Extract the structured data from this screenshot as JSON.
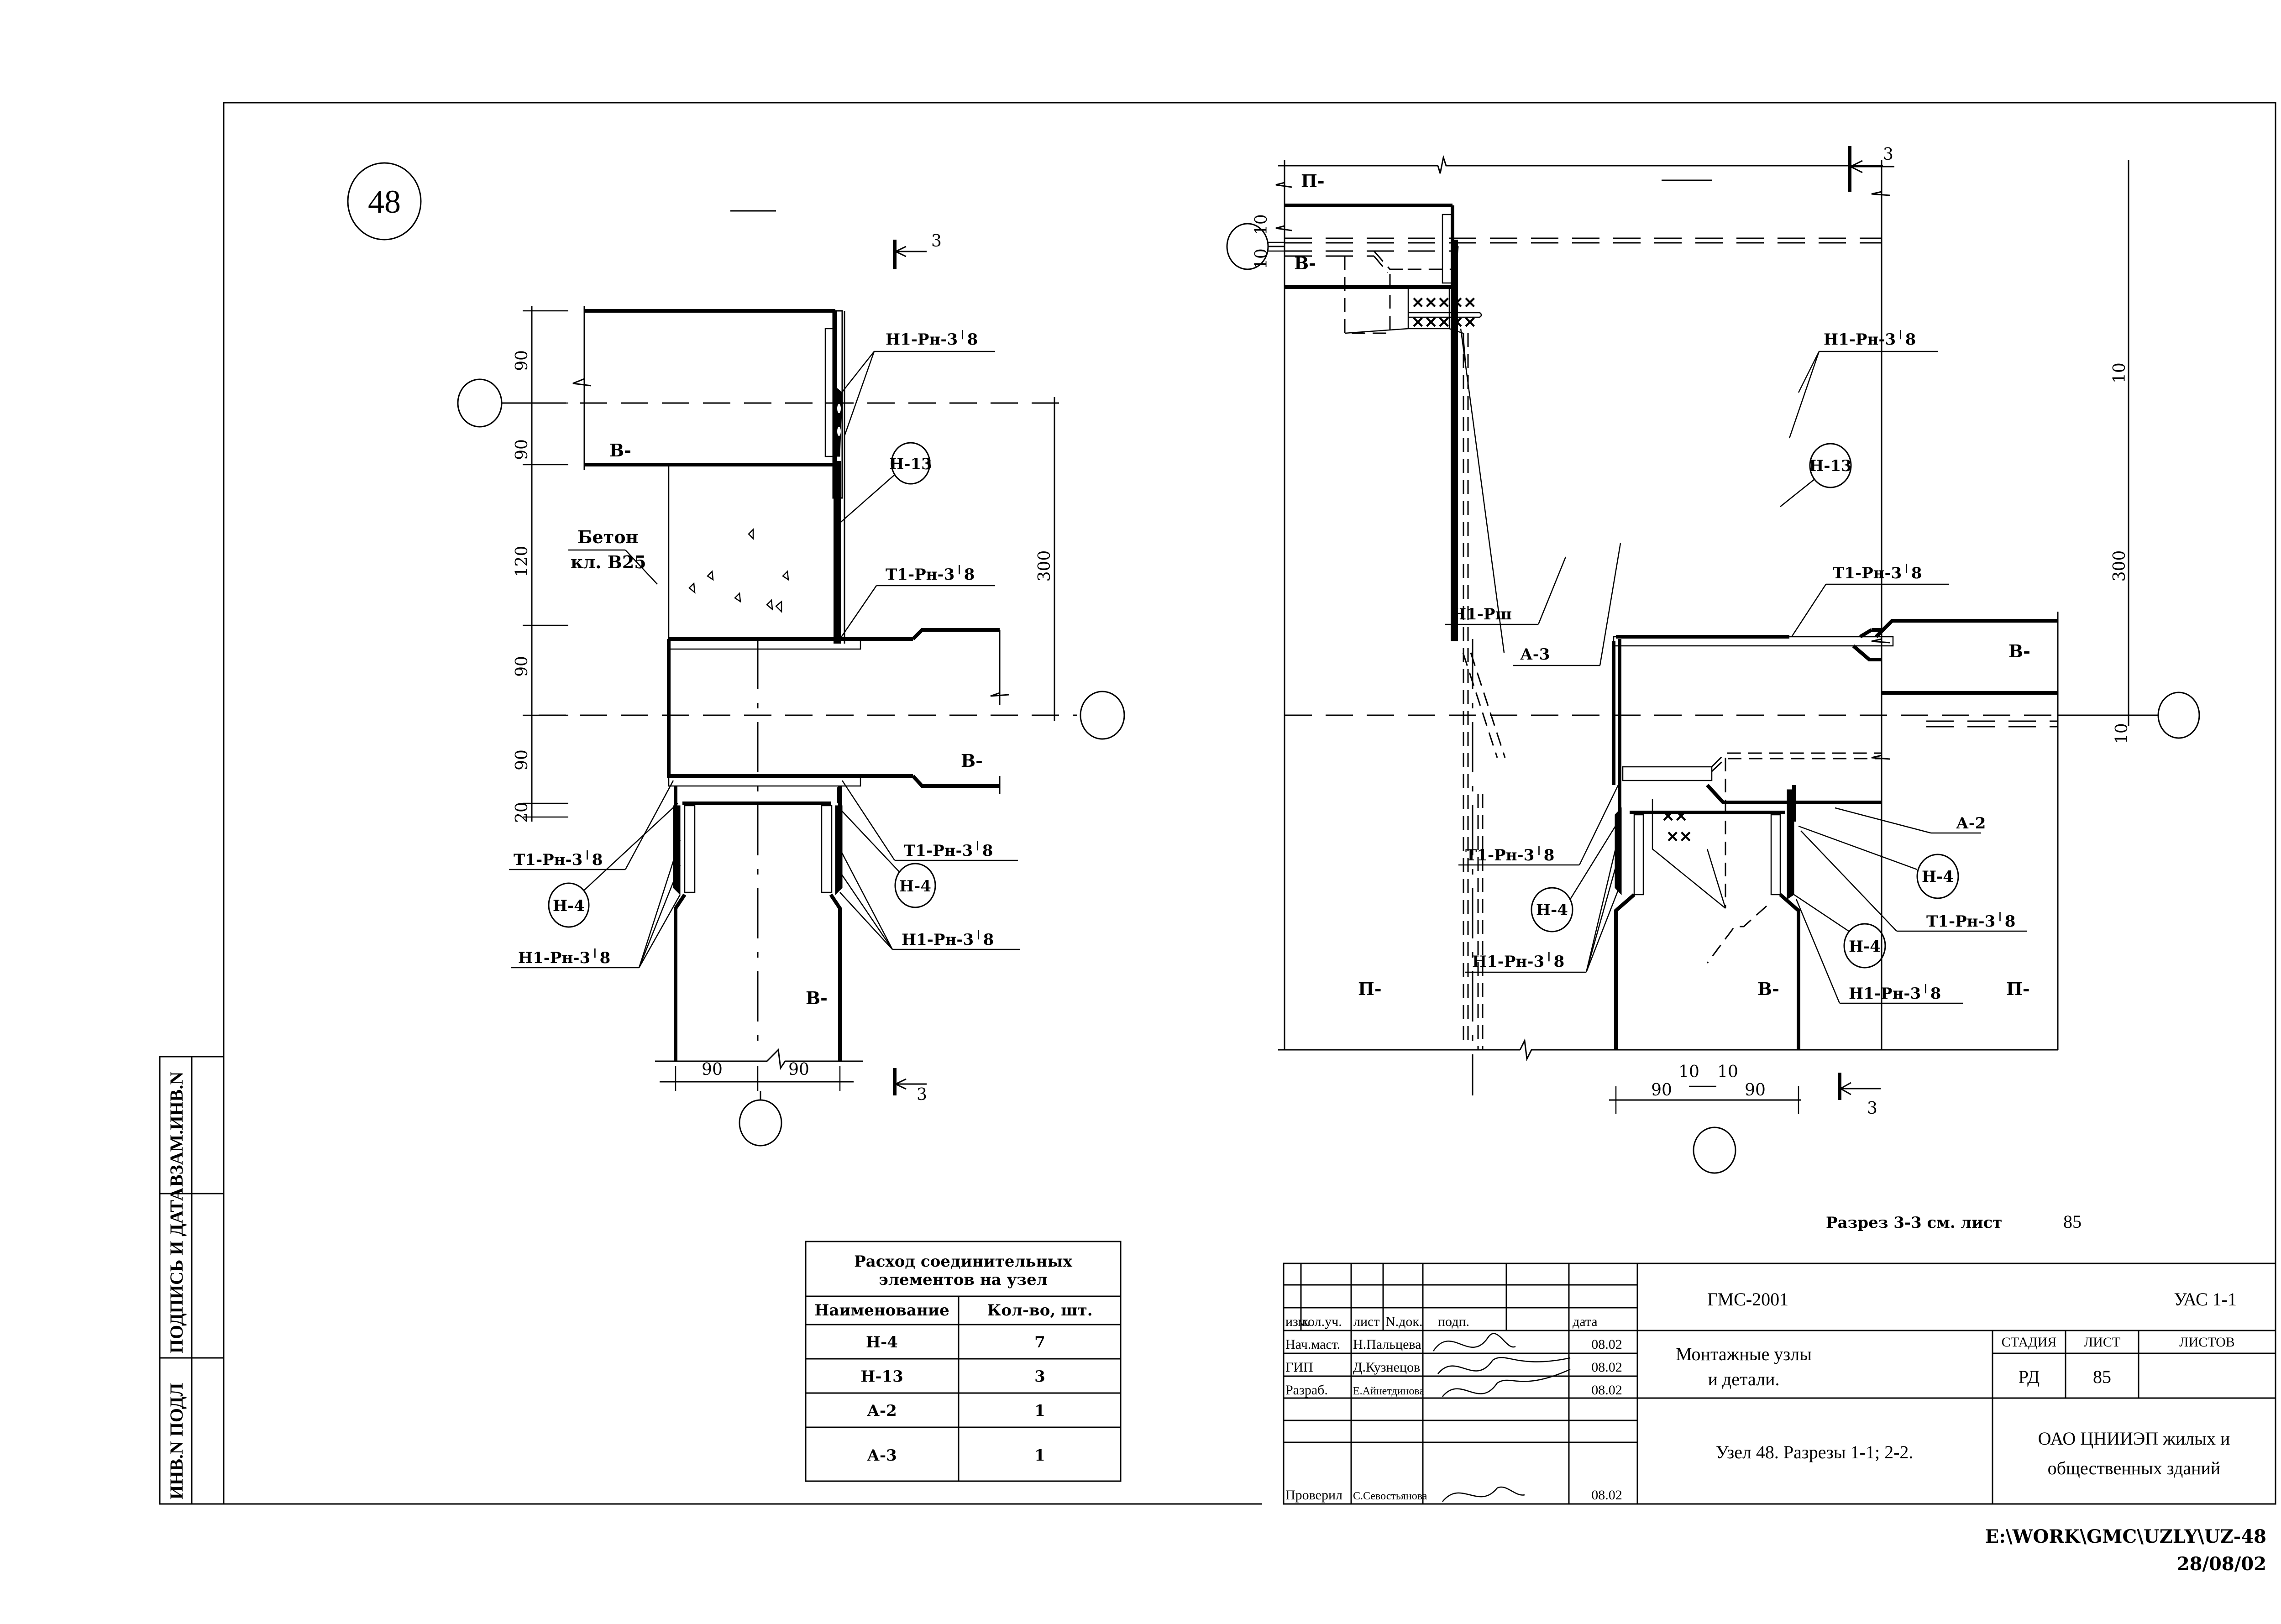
{
  "sheet": {
    "node_number": "48",
    "section_1_title": "1-1",
    "section_2_title": "2-2",
    "section_mark": "3",
    "see_section_note": "Разрез 3-3 см. лист",
    "see_section_sheet": "85",
    "file_path": "E:\\WORK\\GMC\\UZLY\\UZ-48",
    "file_date": "28/08/02"
  },
  "side_stamp": {
    "cells": [
      "ВЗАМ.ИНВ.N",
      "ПОДПИСЬ И ДАТА",
      "ИНВ.N ПОДЛ"
    ]
  },
  "section_1_1": {
    "labels": {
      "weld_h1_top": "Н1-Рн-3╵8",
      "weld_t1_top": "Т1-Рн-3╵8",
      "weld_t1_left": "Т1-Рн-3╵8",
      "weld_t1_right": "Т1-Рн-3╵8",
      "weld_h1_left": "Н1-Рн-3╵8",
      "weld_h1_right": "Н1-Рн-3╵8",
      "part_h13": "Н-13",
      "part_h4_left": "Н-4",
      "part_h4_right": "Н-4",
      "concrete_1": "Бетон",
      "concrete_2": "кл. В25",
      "panel_b_top": "В-",
      "panel_b_mid": "В-",
      "panel_b_bottom": "В-"
    },
    "dims_vertical": [
      "90",
      "90",
      "120",
      "90",
      "90",
      "20"
    ],
    "dim_right": "300",
    "dims_bottom": [
      "90",
      "90"
    ]
  },
  "section_2_2": {
    "labels": {
      "panel_p_top": "П-",
      "panel_b_left": "В-",
      "panel_b_right": "В-",
      "panel_b_bottom": "В-",
      "panel_p_bottom_left": "П-",
      "panel_p_bottom_right": "П-",
      "weld_h1_top": "Н1-Рн-3╵8",
      "weld_t1_top": "Т1-Рн-3╵8",
      "weld_t1_left": "Т1-Рн-3╵8",
      "weld_t1_right": "Т1-Рн-3╵8",
      "weld_h1_left": "Н1-Рн-3╵8",
      "weld_h1_right": "Н1-Рн-3╵8",
      "weld_h1_pш": "Н1-Рш",
      "part_h13": "Н-13",
      "part_a3": "А-3",
      "part_a2": "А-2",
      "part_h4_left": "Н-4",
      "part_h4_right_a": "Н-4",
      "part_h4_right_b": "Н-4"
    },
    "dims_left": [
      "10",
      "10"
    ],
    "dims_right_top": "10",
    "dims_right_bottom": "10",
    "dim_right": "300",
    "dims_bottom_small": [
      "10",
      "10"
    ],
    "dims_bottom": [
      "90",
      "90"
    ]
  },
  "consumption_table": {
    "title_line1": "Расход соединительных",
    "title_line2": "элементов на узел",
    "headers": [
      "Наименование",
      "Кол-во, шт."
    ],
    "rows": [
      {
        "name": "Н-4",
        "qty": "7"
      },
      {
        "name": "Н-13",
        "qty": "3"
      },
      {
        "name": "А-2",
        "qty": "1"
      },
      {
        "name": "А-3",
        "qty": "1"
      }
    ]
  },
  "title_block": {
    "project_code": "ГМС-2001",
    "doc_code": "УАС 1-1",
    "col_headers": [
      "изм.",
      "кол.уч.",
      "лист",
      "N.док.",
      "подп.",
      "дата"
    ],
    "signatures": [
      {
        "role": "Нач.маст.",
        "name": "Н.Пальцева",
        "date": "08.02"
      },
      {
        "role": "ГИП",
        "name": "Д.Кузнецов",
        "date": "08.02"
      },
      {
        "role": "Разраб.",
        "name": "Е.Айнетдинова",
        "date": "08.02"
      },
      {
        "role": "",
        "name": "",
        "date": ""
      },
      {
        "role": "Проверил",
        "name": "С.Севостьянова",
        "date": "08.02"
      }
    ],
    "doc_title_line1": "Монтажные узлы",
    "doc_title_line2": "и детали.",
    "sheet_title": "Узел 48.   Разрезы 1-1; 2-2.",
    "stage_header": "СТАДИЯ",
    "sheet_header": "ЛИСТ",
    "sheets_header": "ЛИСТОВ",
    "stage": "РД",
    "sheet": "85",
    "sheets": "",
    "org_line1": "ОАО ЦНИИЭП жилых и",
    "org_line2": "общественных зданий"
  }
}
